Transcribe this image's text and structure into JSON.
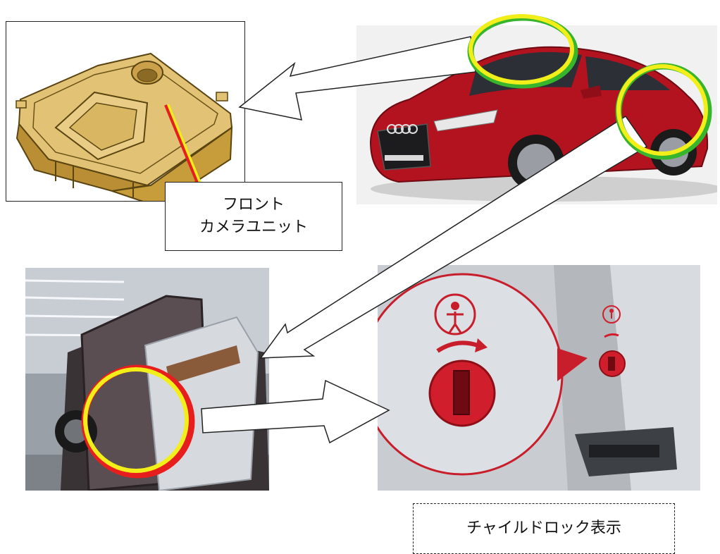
{
  "labels": {
    "camera_line1": "フロント",
    "camera_line2": "カメラユニット",
    "childlock": "チャイルドロック表示"
  },
  "colors": {
    "car_red": "#b3121f",
    "camera_gold": "#d9b45a",
    "highlight_yellow": "#f2ee1a",
    "highlight_green": "#37b52c",
    "highlight_red": "#e61e1e",
    "lock_red": "#d11e2c",
    "panel_grey": "#c9ccd0"
  },
  "icons": {
    "child_icon": "child-figure-icon",
    "arrow_icon": "rotate-arrow-icon"
  }
}
